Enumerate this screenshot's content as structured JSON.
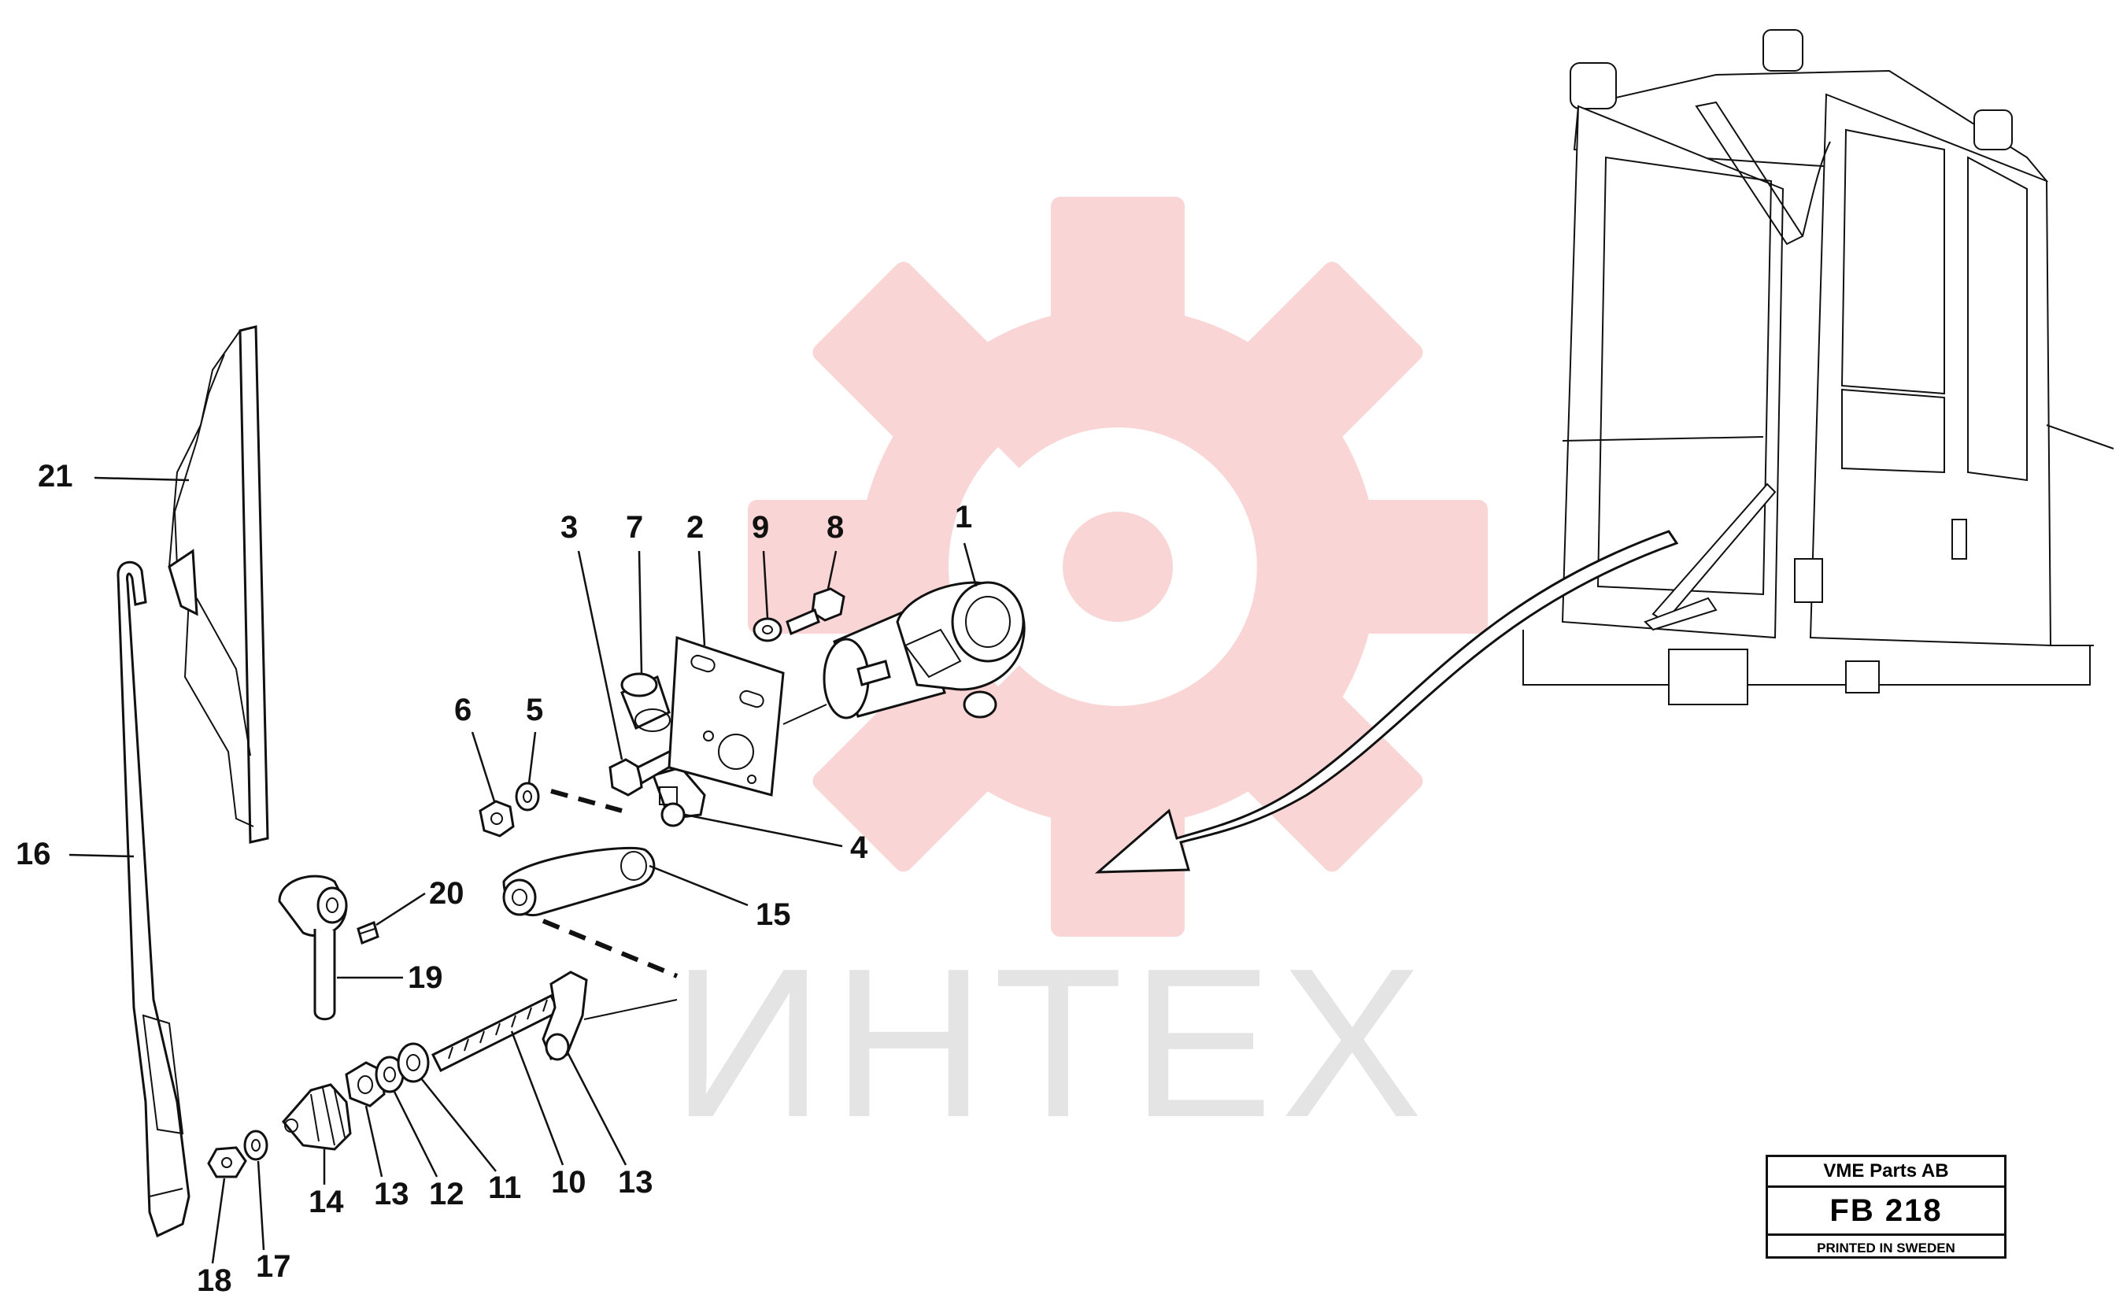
{
  "watermark": {
    "text": "ИНТЕХ",
    "gear_color": "#f9d3d3",
    "text_color": "#e4e4e4"
  },
  "title_block": {
    "company": "VME Parts AB",
    "drawing_no": "FB 218",
    "printed": "PRINTED IN SWEDEN"
  },
  "callouts": [
    {
      "id": "c1",
      "label": "1"
    },
    {
      "id": "c2",
      "label": "2"
    },
    {
      "id": "c3",
      "label": "3"
    },
    {
      "id": "c4",
      "label": "4"
    },
    {
      "id": "c5",
      "label": "5"
    },
    {
      "id": "c6",
      "label": "6"
    },
    {
      "id": "c7",
      "label": "7"
    },
    {
      "id": "c8",
      "label": "8"
    },
    {
      "id": "c9",
      "label": "9"
    },
    {
      "id": "c10",
      "label": "10"
    },
    {
      "id": "c11",
      "label": "11"
    },
    {
      "id": "c12",
      "label": "12"
    },
    {
      "id": "c13a",
      "label": "13"
    },
    {
      "id": "c13b",
      "label": "13"
    },
    {
      "id": "c14",
      "label": "14"
    },
    {
      "id": "c15",
      "label": "15"
    },
    {
      "id": "c16",
      "label": "16"
    },
    {
      "id": "c17",
      "label": "17"
    },
    {
      "id": "c18",
      "label": "18"
    },
    {
      "id": "c19",
      "label": "19"
    },
    {
      "id": "c20",
      "label": "20"
    },
    {
      "id": "c21",
      "label": "21"
    }
  ]
}
